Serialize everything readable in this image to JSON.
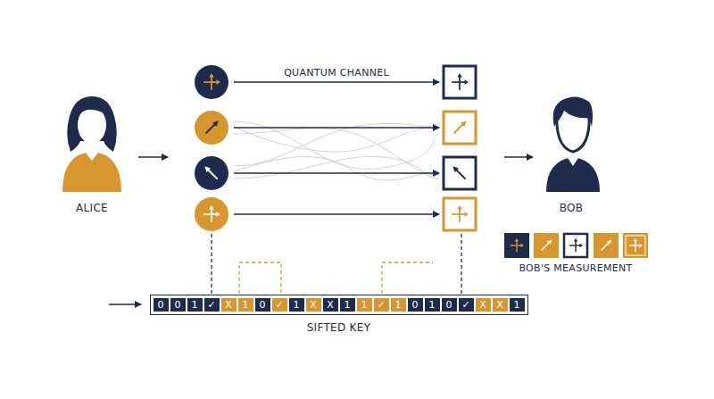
{
  "diagram": {
    "nodes": [
      {
        "text": [
          "SIFTED KEY"
        ]
      },
      {
        "text": [
          "0"
        ],
        "in": 0
      },
      {
        "text": [
          "0"
        ],
        "in": 0
      },
      {
        "text": [
          "1"
        ],
        "in": 0
      },
      {
        "text": [
          "✓"
        ],
        "in": 0
      },
      {
        "text": [
          "X"
        ],
        "in": 0
      },
      {
        "text": [
          "1"
        ],
        "in": 0
      },
      {
        "text": [
          "0"
        ],
        "in": 0
      },
      {
        "text": [
          "✓"
        ],
        "in": 0
      },
      {
        "text": [
          "1"
        ],
        "in": 0
      },
      {
        "text": [
          "X"
        ],
        "in": 0
      },
      {
        "text": [
          "X"
        ],
        "in": 0
      },
      {
        "text": [
          "1"
        ],
        "in": 0
      },
      {
        "text": [
          "1"
        ],
        "in": 0
      },
      {
        "text": [
          "✓"
        ],
        "in": 0
      },
      {
        "text": [
          "1"
        ],
        "in": 0
      },
      {
        "text": [
          "0"
        ],
        "in": 0
      },
      {
        "text": [
          "1"
        ],
        "in": 0
      },
      {
        "text": [
          "0"
        ],
        "in": 0
      },
      {
        "text": [
          "✓"
        ],
        "in": 0
      },
      {
        "text": [
          "X"
        ],
        "in": 0
      },
      {
        "text": [
          "X"
        ],
        "in": 0
      },
      {
        "text": [
          "1"
        ],
        "in": 0
      }
    ],
    "labels": [
      "QUANTUM CHANNEL",
      "ALICE",
      "BOB",
      "BOB'S MEASUREMENT"
    ]
  }
}
